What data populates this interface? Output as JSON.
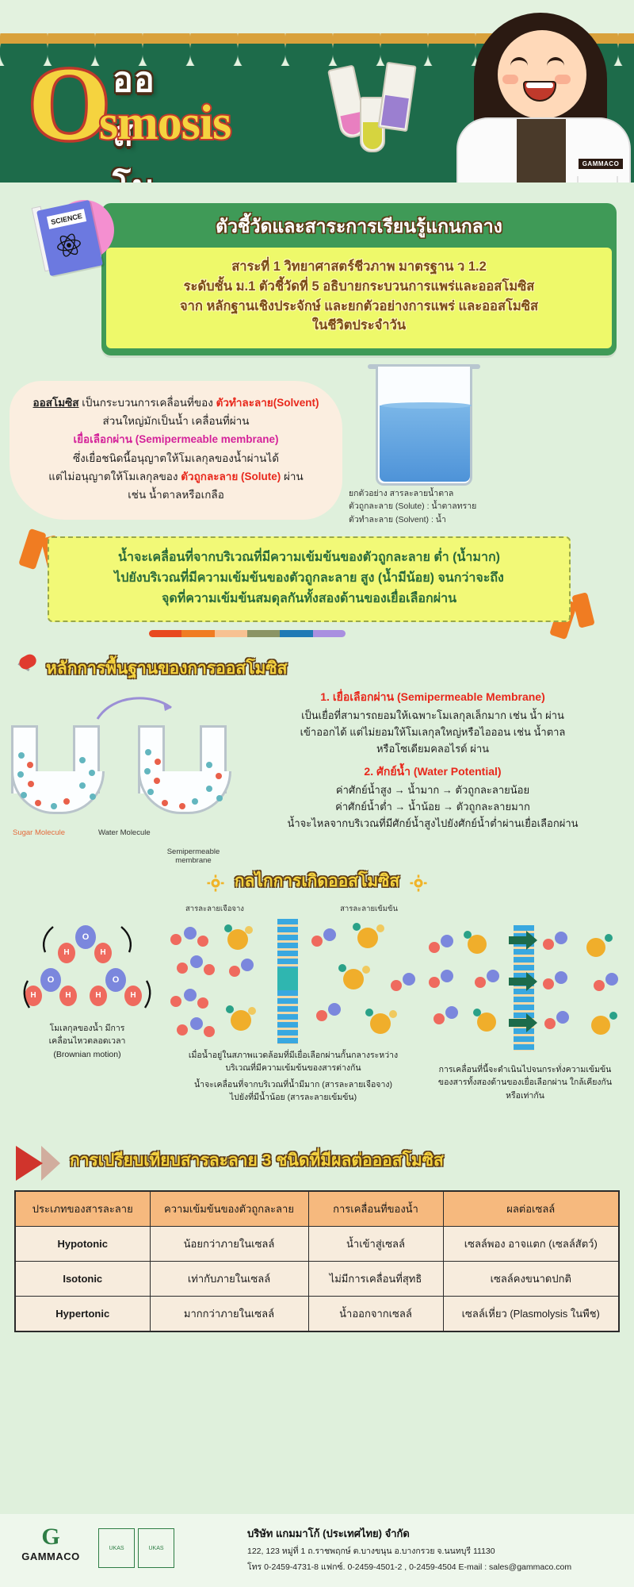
{
  "hero": {
    "big_letter": "O",
    "thai_title": "ออสโมซิส",
    "eng_title": "smosis",
    "badge": "GAMMACO"
  },
  "indicator": {
    "book_label": "SCIENCE",
    "heading": "ตัวชี้วัดและสาระการเรียนรู้แกนกลาง",
    "lines": [
      "สาระที่ 1 วิทยาศาสตร์ชีวภาพ มาตรฐาน ว 1.2",
      "ระดับชั้น ม.1 ตัวชี้วัดที่ 5 อธิบายกระบวนการแพร่และออสโมซิส",
      "จาก หลักฐานเชิงประจักษ์ และยกตัวอย่างการแพร่ และออสโมซิส",
      "ในชีวิตประจำวัน"
    ]
  },
  "definition": {
    "l1_a": "ออสโมซิส",
    "l1_b": " เป็นกระบวนการเคลื่อนที่ของ ",
    "l1_c": "ตัวทำละลาย(Solvent)",
    "l2": "ส่วนใหญ่มักเป็นน้ำ เคลื่อนที่ผ่าน",
    "l3": "เยื่อเลือกผ่าน (Semipermeable membrane)",
    "l4": "ซึ่งเยื่อชนิดนี้อนุญาตให้โมเลกุลของน้ำผ่านได้",
    "l5_a": "แต่ไม่อนุญาตให้โมเลกุลของ ",
    "l5_b": "ตัวถูกละลาย (Solute)",
    "l5_c": " ผ่าน",
    "l6": "เช่น น้ำตาลหรือเกลือ",
    "beaker_caption": [
      "ยกตัวอย่าง สารละลายน้ำตาล",
      "ตัวถูกละลาย (Solute) : น้ำตาลทราย",
      "ตัวทำละลาย (Solvent) : น้ำ"
    ]
  },
  "movement": {
    "lines": [
      "น้ำจะเคลื่อนที่จากบริเวณที่มีความเข้มข้นของตัวถูกละลาย ต่ำ (น้ำมาก)",
      "ไปยังบริเวณที่มีความเข้มข้นของตัวถูกละลาย สูง (น้ำมีน้อย) จนกว่าจะถึง",
      "จุดที่ความเข้มข้นสมดุลกันทั้งสองด้านของเยื่อเลือกผ่าน"
    ],
    "colorbar": [
      "#e8491f",
      "#f07c22",
      "#f7c192",
      "#8b9465",
      "#1f7ab5",
      "#a98fe0"
    ]
  },
  "principle": {
    "section_title": "หลักการพื้นฐานของการออสโมซิส",
    "diagram_labels": {
      "sugar": "Sugar Molecule",
      "water": "Water Molecule",
      "semi": "Semipermeable\nmembrane"
    },
    "items": [
      {
        "heading": "1. เยื่อเลือกผ่าน (Semipermeable Membrane)",
        "body": "เป็นเยื่อที่สามารถยอมให้เฉพาะโมเลกุลเล็กมาก เช่น น้ำ ผ่าน\nเข้าออกได้ แต่ไม่ยอมให้โมเลกุลใหญ่หรือไอออน เช่น น้ำตาล\nหรือโซเดียมคลอไรด์ ผ่าน"
      },
      {
        "heading": "2. ศักย์น้ำ (Water Potential)",
        "body": "ค่าศักย์น้ำสูง → น้ำมาก → ตัวถูกละลายน้อย\nค่าศักย์น้ำต่ำ → น้ำน้อย → ตัวถูกละลายมาก\nน้ำจะไหลจากบริเวณที่มีศักย์น้ำสูงไปยังศักย์น้ำต่ำผ่านเยื่อเลือกผ่าน"
      }
    ]
  },
  "mechanism": {
    "section_title": "กลไกการเกิดออสโมซิส",
    "col1_caption": "โมเลกุลของน้ำ มีการ\nเคลื่อนไหวตลอดเวลา\n(Brownian motion)",
    "col2_top_left": "สารละลายเจือจาง",
    "col2_top_right": "สารละลายเข้มข้น",
    "col2_caption_black": "เมื่อน้ำอยู่ในสภาพแวดล้อมที่มีเยื่อเลือกผ่านกั้นกลางระหว่าง\nบริเวณที่มีความเข้มข้นของสารต่างกัน",
    "col2_caption_red": "น้ำจะเคลื่อนที่จากบริเวณที่น้ำมีมาก (สารละลายเจือจาง)\nไปยังที่มีน้ำน้อย (สารละลายเข้มข้น)",
    "col3_caption": "การเคลื่อนที่นี้จะดำเนินไปจนกระทั่งความเข้มข้น\nของสารทั้งสองด้านของเยื่อเลือกผ่าน ใกล้เคียงกัน\nหรือเท่ากัน",
    "atom_o": "O",
    "atom_h": "H"
  },
  "table": {
    "title": "การเปรียบเทียบสารละลาย 3 ชนิดที่มีผลต่อออสโมซิส",
    "headers": [
      "ประเภทของสารละลาย",
      "ความเข้มข้นของตัวถูกละลาย",
      "การเคลื่อนที่ของน้ำ",
      "ผลต่อเซลล์"
    ],
    "rows": [
      [
        "Hypotonic",
        "น้อยกว่าภายในเซลล์",
        "น้ำเข้าสู่เซลล์",
        "เซลล์พอง อาจแตก (เซลล์สัตว์)"
      ],
      [
        "Isotonic",
        "เท่ากับภายในเซลล์",
        "ไม่มีการเคลื่อนที่สุทธิ",
        "เซลล์คงขนาดปกติ"
      ],
      [
        "Hypertonic",
        "มากกว่าภายในเซลล์",
        "น้ำออกจากเซลล์",
        "เซลล์เหี่ยว (Plasmolysis ในพืช)"
      ]
    ]
  },
  "footer": {
    "logo_name": "GAMMACO",
    "cert1": "UKAS",
    "cert2": "UKAS",
    "company": "บริษัท แกมมาโก้ (ประเทศไทย) จำกัด",
    "address": "122, 123 หมู่ที่ 1 ถ.ราชพฤกษ์ ต.บางขนุน อ.บางกรวย จ.นนทบุรี 11130",
    "contact": "โทร 0-2459-4731-8  แฟกซ์. 0-2459-4501-2 , 0-2459-4504  E-mail : sales@gammaco.com"
  }
}
